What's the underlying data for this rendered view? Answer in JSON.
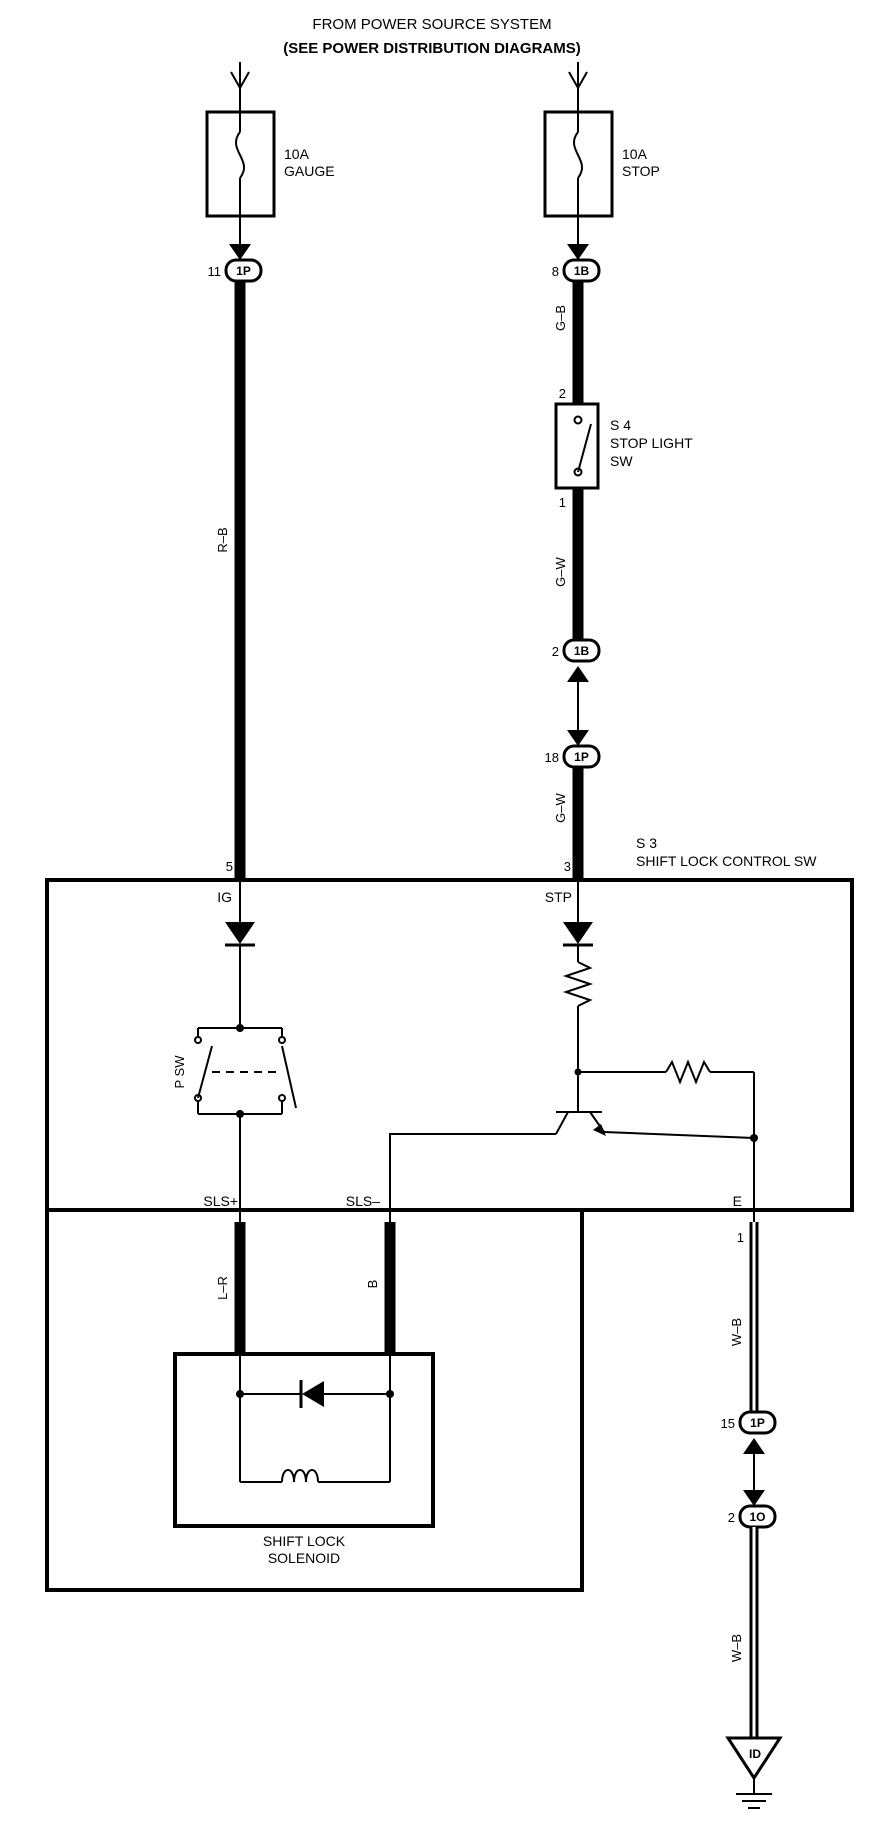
{
  "header": {
    "line1": "FROM POWER SOURCE SYSTEM",
    "line2": "(SEE POWER DISTRIBUTION DIAGRAMS)"
  },
  "fuses": [
    {
      "rating": "10A",
      "name": "GAUGE"
    },
    {
      "rating": "10A",
      "name": "STOP"
    }
  ],
  "connectors": {
    "gauge_feed": {
      "pin": "11",
      "id": "1P"
    },
    "stop_feed": {
      "pin": "8",
      "id": "1B"
    },
    "stop_mid_1": {
      "pin": "2",
      "id": "1B"
    },
    "stop_mid_2": {
      "pin": "18",
      "id": "1P"
    },
    "ground_1": {
      "pin": "15",
      "id": "1P"
    },
    "ground_2": {
      "pin": "2",
      "id": "1O"
    }
  },
  "wires": {
    "gauge_feed": "R–B",
    "stop_to_switch": "G–B",
    "switch_to_junction": "G–W",
    "junction_to_ecu": "G–W",
    "solenoid_plus": "L–R",
    "solenoid_minus": "B",
    "ground_upper": "W–B",
    "ground_lower": "W–B"
  },
  "stop_light_switch": {
    "code": "S 4",
    "name_line1": "STOP LIGHT",
    "name_line2": "SW",
    "pin_top": "2",
    "pin_bottom": "1"
  },
  "control_switch": {
    "code": "S 3",
    "name": "SHIFT LOCK CONTROL SW",
    "pin_ig_number": "5",
    "pin_stp_number": "3",
    "terminal_ig": "IG",
    "terminal_stp": "STP",
    "terminal_sls_plus": "SLS+",
    "terminal_sls_minus": "SLS–",
    "terminal_e": "E",
    "pin_e_number": "1",
    "p_switch_label": "P SW"
  },
  "solenoid": {
    "name_line1": "SHIFT LOCK",
    "name_line2": "SOLENOID"
  },
  "ground": {
    "id": "ID"
  }
}
